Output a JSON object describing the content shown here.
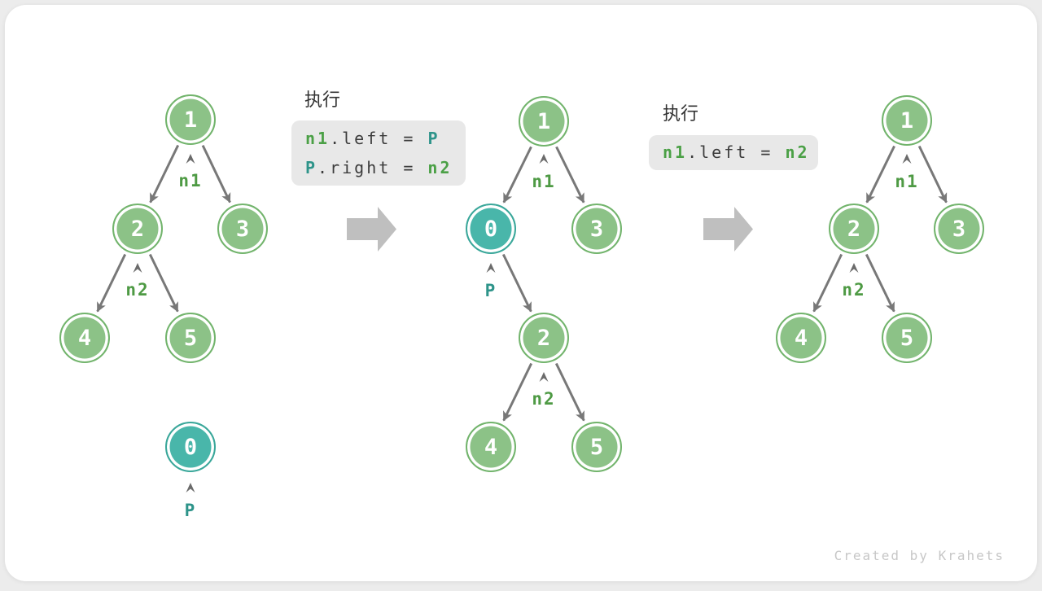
{
  "watermark": "Created by Krahets",
  "steps": [
    {
      "exec_label": "执行",
      "lines": [
        {
          "var1": "n1",
          "attr": ".left",
          "eq": " = ",
          "var2": "P"
        },
        {
          "var1": "P",
          "attr": ".right",
          "eq": " = ",
          "var2": "n2"
        }
      ]
    },
    {
      "exec_label": "执行",
      "lines": [
        {
          "var1": "n1",
          "attr": ".left",
          "eq": " = ",
          "var2": "n2"
        }
      ]
    }
  ],
  "trees": [
    {
      "name": "before-insert",
      "nodes": [
        {
          "value": "1"
        },
        {
          "value": "2"
        },
        {
          "value": "3"
        },
        {
          "value": "4"
        },
        {
          "value": "5"
        },
        {
          "value": "0"
        }
      ],
      "pointers": [
        {
          "label": "n1"
        },
        {
          "label": "n2"
        },
        {
          "label": "P"
        }
      ]
    },
    {
      "name": "after-insert",
      "nodes": [
        {
          "value": "1"
        },
        {
          "value": "0"
        },
        {
          "value": "3"
        },
        {
          "value": "2"
        },
        {
          "value": "4"
        },
        {
          "value": "5"
        }
      ],
      "pointers": [
        {
          "label": "n1"
        },
        {
          "label": "P"
        },
        {
          "label": "n2"
        }
      ]
    },
    {
      "name": "after-remove",
      "nodes": [
        {
          "value": "1"
        },
        {
          "value": "2"
        },
        {
          "value": "3"
        },
        {
          "value": "4"
        },
        {
          "value": "5"
        }
      ],
      "pointers": [
        {
          "label": "n1"
        },
        {
          "label": "n2"
        }
      ]
    }
  ],
  "colors": {
    "node_green_fill": "#8cc287",
    "node_green_border": "#72b46c",
    "node_teal_fill": "#49b6aa",
    "node_teal_border": "#3aa79a",
    "edge_gray": "#787878",
    "block_arrow_gray": "#bfbfbf",
    "label_green": "#4e9a44",
    "label_teal": "#2e948a",
    "code_background": "#e8e8e8",
    "code_text": "#3c3c3c",
    "watermark_gray": "#c7c7c7"
  }
}
